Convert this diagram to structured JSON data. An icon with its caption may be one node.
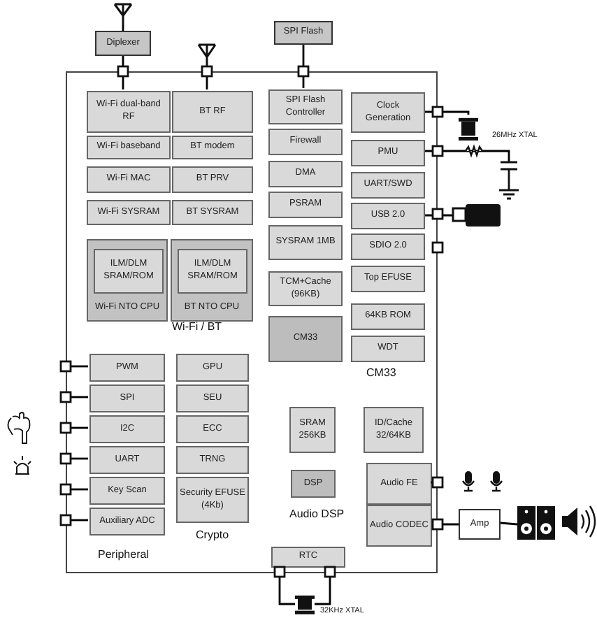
{
  "diagram": {
    "nodes": [
      {
        "text": [],
        "shape": "antenna"
      },
      {
        "text": [
          "Diplexer"
        ]
      },
      {
        "text": [],
        "shape": "antenna"
      },
      {
        "text": [
          "SPI Flash"
        ]
      },
      {
        "text": [],
        "shape": "box"
      },
      {
        "text": [
          "Wi-Fi dual-band RF"
        ],
        "in": 4
      },
      {
        "text": [
          "BT RF"
        ],
        "in": 4
      },
      {
        "text": [
          "Wi-Fi baseband"
        ],
        "in": 4
      },
      {
        "text": [
          "BT modem"
        ],
        "in": 4
      },
      {
        "text": [
          "Wi-Fi MAC"
        ],
        "in": 4
      },
      {
        "text": [
          "BT PRV"
        ],
        "in": 4
      },
      {
        "text": [
          "Wi-Fi SYSRAM"
        ],
        "in": 4
      },
      {
        "text": [
          "BT SYSRAM"
        ],
        "in": 4
      },
      {
        "text": [
          "Wi-Fi NTO CPU"
        ],
        "in": 4
      },
      {
        "text": [
          "ILM/DLM SRAM/ROM"
        ],
        "in": 13
      },
      {
        "text": [
          "BT NTO CPU"
        ],
        "in": 4
      },
      {
        "text": [
          "ILM/DLM SRAM/ROM"
        ],
        "in": 15
      },
      {
        "text": [
          "SPI Flash Controller"
        ],
        "in": 4
      },
      {
        "text": [
          "Firewall"
        ],
        "in": 4
      },
      {
        "text": [
          "DMA"
        ],
        "in": 4
      },
      {
        "text": [
          "PSRAM"
        ],
        "in": 4
      },
      {
        "text": [
          "SYSRAM 1MB"
        ],
        "in": 4
      },
      {
        "text": [
          "TCM+Cache (96KB)"
        ],
        "in": 4
      },
      {
        "text": [
          "CM33"
        ],
        "in": 4
      },
      {
        "text": [
          "Clock Generation"
        ],
        "in": 4
      },
      {
        "text": [
          "PMU"
        ],
        "in": 4
      },
      {
        "text": [
          "UART/SWD"
        ],
        "in": 4
      },
      {
        "text": [
          "USB 2.0"
        ],
        "in": 4
      },
      {
        "text": [
          "SDIO 2.0"
        ],
        "in": 4
      },
      {
        "text": [
          "Top EFUSE"
        ],
        "in": 4
      },
      {
        "text": [
          "64KB ROM"
        ],
        "in": 4
      },
      {
        "text": [
          "WDT"
        ],
        "in": 4
      },
      {
        "text": [
          "PWM"
        ],
        "in": 4
      },
      {
        "text": [
          "SPI"
        ],
        "in": 4
      },
      {
        "text": [
          "I2C"
        ],
        "in": 4
      },
      {
        "text": [
          "UART"
        ],
        "in": 4
      },
      {
        "text": [
          "Key Scan"
        ],
        "in": 4
      },
      {
        "text": [
          "Auxiliary ADC"
        ],
        "in": 4
      },
      {
        "text": [
          "GPU"
        ],
        "in": 4
      },
      {
        "text": [
          "SEU"
        ],
        "in": 4
      },
      {
        "text": [
          "ECC"
        ],
        "in": 4
      },
      {
        "text": [
          "TRNG"
        ],
        "in": 4
      },
      {
        "text": [
          "Security EFUSE (4Kb)"
        ],
        "in": 4
      },
      {
        "text": [
          "SRAM 256KB"
        ],
        "in": 4
      },
      {
        "text": [
          "ID/Cache 32/64KB"
        ],
        "in": 4
      },
      {
        "text": [
          "DSP"
        ],
        "in": 4
      },
      {
        "text": [
          "Audio FE"
        ],
        "in": 4
      },
      {
        "text": [
          "Audio CODEC"
        ],
        "in": 4
      },
      {
        "text": [
          "RTC"
        ],
        "in": 4
      },
      {
        "text": [],
        "shape": "crystal",
        "beside": [
          "26MHz XTAL"
        ]
      },
      {
        "text": [],
        "shape": "capacitor"
      },
      {
        "text": [],
        "shape": "usb-stick"
      },
      {
        "text": [
          "Amp"
        ]
      },
      {
        "text": [],
        "shape": "speaker"
      },
      {
        "text": [],
        "shape": "crystal",
        "beside": [
          "32KHz XTAL"
        ]
      }
    ],
    "edges": [
      {
        "from": 0,
        "to": 1,
        "arrow": "none"
      },
      {
        "from": 1,
        "to": 5,
        "arrow": "none"
      },
      {
        "from": 2,
        "to": 6,
        "arrow": "none"
      },
      {
        "from": 3,
        "to": 17,
        "arrow": "none"
      },
      {
        "from": 24,
        "to": 49,
        "arrow": "none"
      },
      {
        "from": 25,
        "to": 50,
        "arrow": "none"
      },
      {
        "from": 27,
        "to": 51,
        "arrow": "none"
      },
      {
        "from": 47,
        "to": 52,
        "arrow": "none"
      },
      {
        "from": 52,
        "to": 53,
        "arrow": "none"
      },
      {
        "from": 48,
        "to": 54,
        "arrow": "none"
      },
      {
        "from": 48,
        "to": 54,
        "arrow": "none"
      },
      {
        "from": 4,
        "to": 32,
        "arrow": "none"
      },
      {
        "from": 4,
        "to": 33,
        "arrow": "none"
      },
      {
        "from": 4,
        "to": 34,
        "arrow": "none"
      },
      {
        "from": 4,
        "to": 35,
        "arrow": "none"
      },
      {
        "from": 4,
        "to": 36,
        "arrow": "none"
      },
      {
        "from": 4,
        "to": 37,
        "arrow": "none"
      }
    ],
    "labels": [
      "Wi-Fi / BT",
      "CM33",
      "Peripheral",
      "Crypto",
      "Audio DSP"
    ]
  }
}
